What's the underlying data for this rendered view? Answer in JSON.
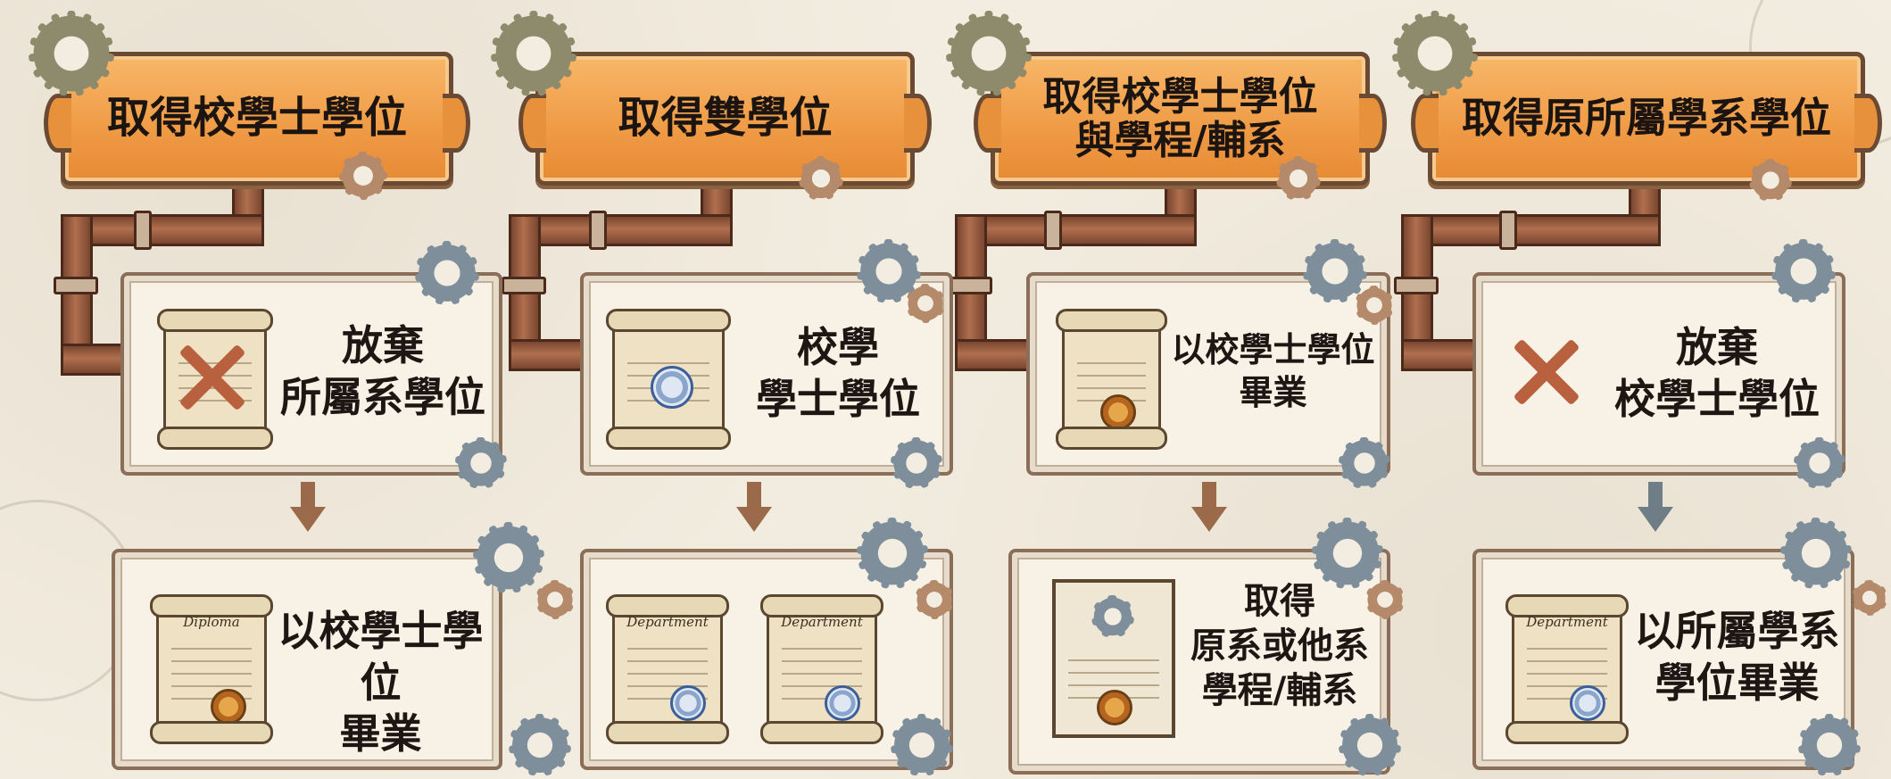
{
  "columns": [
    {
      "banner": [
        "取得校學士學位"
      ],
      "card1": [
        "放棄",
        "所屬系學位"
      ],
      "card2": [
        "以校學士學位",
        "畢業"
      ],
      "scroll_caption": "Diploma"
    },
    {
      "banner": [
        "取得雙學位"
      ],
      "card1": [
        "校學",
        "學士學位"
      ],
      "card2_captions": [
        "Department",
        "Department"
      ]
    },
    {
      "banner": [
        "取得校學士學位",
        "與學程/輔系"
      ],
      "card1": [
        "以校學士學位",
        "畢業"
      ],
      "card2": [
        "取得",
        "原系或他系",
        "學程/輔系"
      ]
    },
    {
      "banner": [
        "取得原所屬學系學位"
      ],
      "card1": [
        "放棄",
        "校學士學位"
      ],
      "card2": [
        "以所屬學系",
        "學位畢業"
      ],
      "scroll_caption": "Department"
    }
  ],
  "colors": {
    "banner_orange": "#ef9a45",
    "arrow_brown": "#9a6a4a",
    "arrow_slate": "#6f7d86",
    "pipe_copper": "#a0603f",
    "cross_red": "#b9603f",
    "seal_blue": "#3b5f9a"
  },
  "icons": [
    "gear-icon",
    "pipe-icon",
    "scroll-icon",
    "diploma-icon",
    "seal-icon",
    "medal-icon",
    "cross-icon",
    "arrow-down-icon",
    "certificate-icon"
  ]
}
